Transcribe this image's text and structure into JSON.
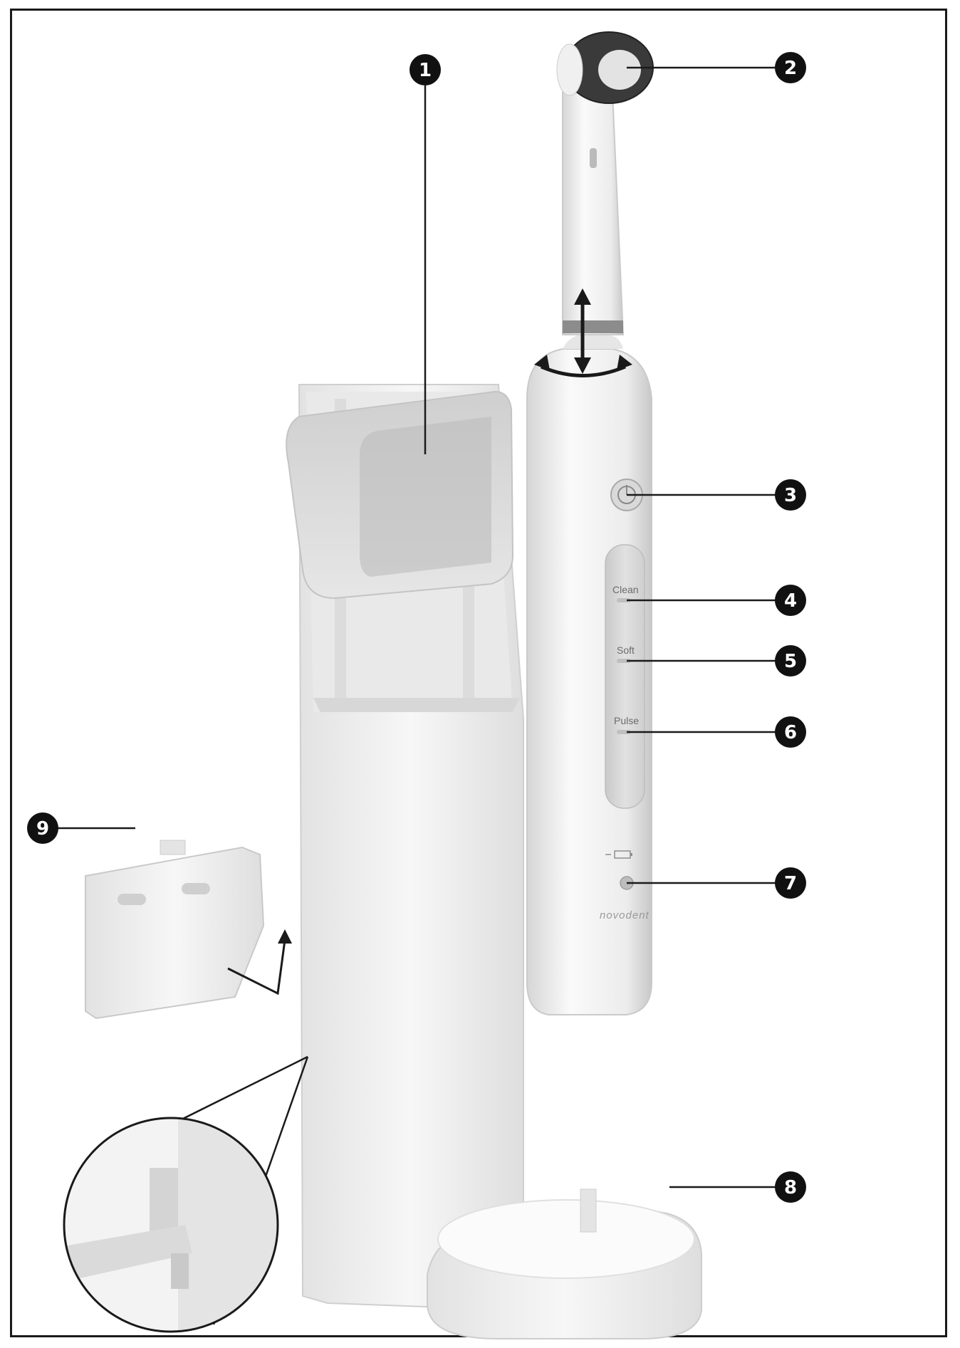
{
  "callouts": [
    {
      "id": "1",
      "label": "1"
    },
    {
      "id": "2",
      "label": "2"
    },
    {
      "id": "3",
      "label": "3"
    },
    {
      "id": "4",
      "label": "4"
    },
    {
      "id": "5",
      "label": "5"
    },
    {
      "id": "6",
      "label": "6"
    },
    {
      "id": "7",
      "label": "7"
    },
    {
      "id": "8",
      "label": "8"
    },
    {
      "id": "9",
      "label": "9"
    }
  ],
  "handle": {
    "buttons": [
      {
        "label": "Clean"
      },
      {
        "label": "Soft"
      },
      {
        "label": "Pulse"
      }
    ],
    "brand": "novodent"
  },
  "colors": {
    "outline": "#1a1a1a",
    "plastic": "#f4f4f4",
    "shadow": "#c9c9c9",
    "panel": "#d9d9d9",
    "callout_fill": "#111111"
  }
}
